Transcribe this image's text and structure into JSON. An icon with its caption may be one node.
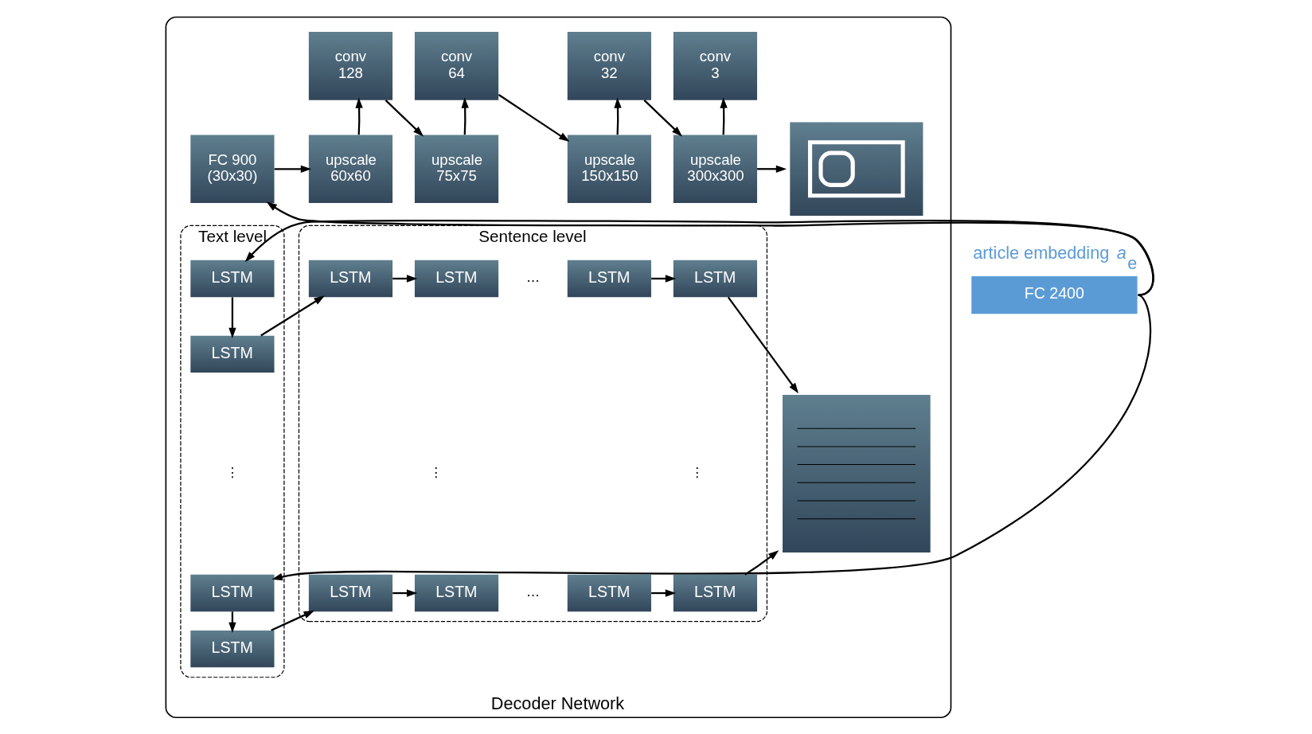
{
  "diagram": {
    "nodes": [
      {
        "text": [
          "FC 2400"
        ],
        "beside": [
          "article embedding *a*$_{e}$"
        ]
      },
      {
        "text": [
          "Decoder Network"
        ]
      },
      {
        "text": [
          "FC 900 (30x30)"
        ],
        "in": 1
      },
      {
        "text": [
          "upscale 60x60"
        ],
        "in": 1
      },
      {
        "text": [
          "conv 128"
        ],
        "in": 1
      },
      {
        "text": [
          "upscale 75x75"
        ],
        "in": 1
      },
      {
        "text": [
          "conv 64"
        ],
        "in": 1
      },
      {
        "text": [
          "upscale 150x150"
        ],
        "in": 1
      },
      {
        "text": [
          "conv 32"
        ],
        "in": 1
      },
      {
        "text": [
          "upscale 300x300"
        ],
        "in": 1
      },
      {
        "text": [
          "conv 3"
        ],
        "in": 1
      },
      {
        "text": [],
        "shape": "picture",
        "in": 1
      },
      {
        "text": [
          "Text level"
        ],
        "in": 1
      },
      {
        "text": [
          "LSTM"
        ],
        "in": 12
      },
      {
        "text": [
          "LSTM"
        ],
        "in": 12
      },
      {
        "text": [
          "LSTM"
        ],
        "in": 12
      },
      {
        "text": [
          "LSTM"
        ],
        "in": 12
      },
      {
        "text": [
          "Sentence level"
        ],
        "in": 1
      },
      {
        "text": [
          "LSTM"
        ],
        "in": 17
      },
      {
        "text": [
          "LSTM"
        ],
        "in": 17
      },
      {
        "text": [
          "LSTM"
        ],
        "in": 17
      },
      {
        "text": [
          "LSTM"
        ],
        "in": 17
      },
      {
        "text": [
          "LSTM"
        ],
        "in": 17
      },
      {
        "text": [
          "LSTM"
        ],
        "in": 17
      },
      {
        "text": [
          "LSTM"
        ],
        "in": 17
      },
      {
        "text": [
          "LSTM"
        ],
        "in": 17
      },
      {
        "text": [],
        "shape": "picture",
        "in": 1
      }
    ],
    "edges": [
      {
        "from": 0,
        "to": 2,
        "arrow": "to"
      },
      {
        "from": 0,
        "to": 13,
        "arrow": "to"
      },
      {
        "from": 0,
        "to": 15,
        "arrow": "to"
      },
      {
        "from": 2,
        "to": 3,
        "arrow": "to"
      },
      {
        "from": 3,
        "to": 4,
        "arrow": "to"
      },
      {
        "from": 4,
        "to": 5,
        "arrow": "to"
      },
      {
        "from": 5,
        "to": 6,
        "arrow": "to"
      },
      {
        "from": 6,
        "to": 7,
        "arrow": "to"
      },
      {
        "from": 7,
        "to": 8,
        "arrow": "to"
      },
      {
        "from": 8,
        "to": 9,
        "arrow": "to"
      },
      {
        "from": 9,
        "to": 10,
        "arrow": "to"
      },
      {
        "from": 9,
        "to": 11,
        "arrow": "to"
      },
      {
        "from": 13,
        "to": 14,
        "arrow": "to"
      },
      {
        "from": 15,
        "to": 16,
        "arrow": "to"
      },
      {
        "from": 14,
        "to": 18,
        "arrow": "to"
      },
      {
        "from": 16,
        "to": 22,
        "arrow": "to"
      },
      {
        "from": 18,
        "to": 19,
        "arrow": "to"
      },
      {
        "from": 20,
        "to": 21,
        "arrow": "to"
      },
      {
        "from": 22,
        "to": 23,
        "arrow": "to"
      },
      {
        "from": 24,
        "to": 25,
        "arrow": "to"
      },
      {
        "from": 21,
        "to": 26,
        "arrow": "to"
      },
      {
        "from": 25,
        "to": 26,
        "arrow": "to"
      }
    ],
    "labels": [
      "…",
      "⋮",
      "⋮",
      "⋮",
      "…"
    ]
  }
}
